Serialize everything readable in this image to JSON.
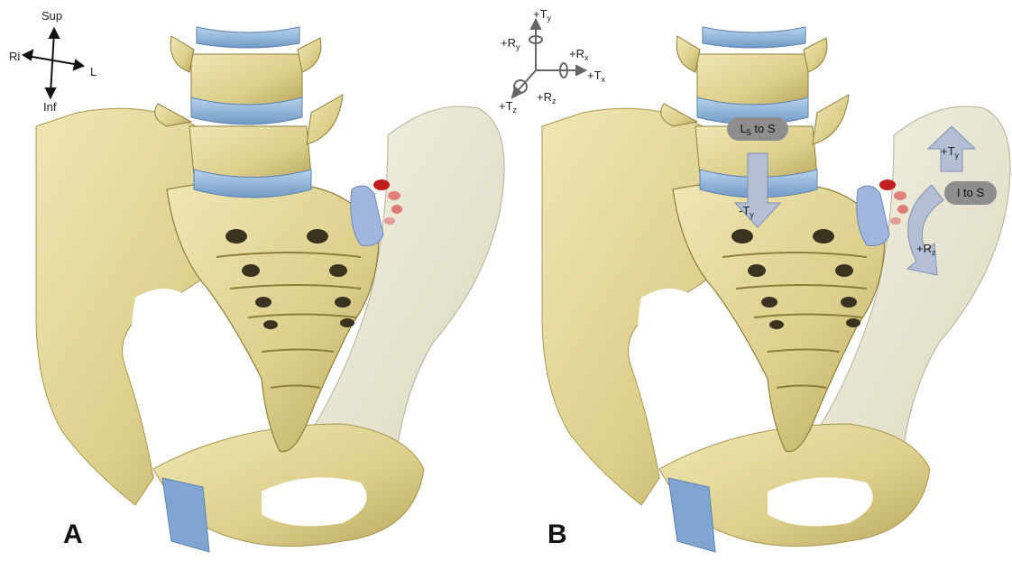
{
  "panel_a": {
    "letter": "A",
    "orientation": {
      "superior": "Sup",
      "inferior": "Inf",
      "right": "Ri",
      "left": "L"
    }
  },
  "panel_b": {
    "letter": "B",
    "axes": {
      "ty": {
        "main": "+T",
        "sub": "y"
      },
      "ry": {
        "main": "+R",
        "sub": "y"
      },
      "rx": {
        "main": "+R",
        "sub": "x"
      },
      "tx": {
        "main": "+T",
        "sub": "x"
      },
      "tz": {
        "main": "+T",
        "sub": "z"
      },
      "rz": {
        "main": "+R",
        "sub": "z"
      }
    },
    "l5_to_s": {
      "pre": "L",
      "sub": "5",
      "post": " to S",
      "arrow": {
        "main": "-T",
        "sub": "y"
      }
    },
    "i_to_s": {
      "label": "I to S",
      "ty": {
        "main": "+T",
        "sub": "y"
      },
      "rz": {
        "main": "+R",
        "sub": "z"
      }
    }
  },
  "colors": {
    "bone": "#e5dba0",
    "bone_shadow": "#b9ab62",
    "ilium_light": "#efeedd",
    "disc": "#8fb6dc",
    "joint_blue": "#9fb7dc",
    "ligament_red": "#c21e1e",
    "arrow_fill": "#b4bfd6"
  }
}
